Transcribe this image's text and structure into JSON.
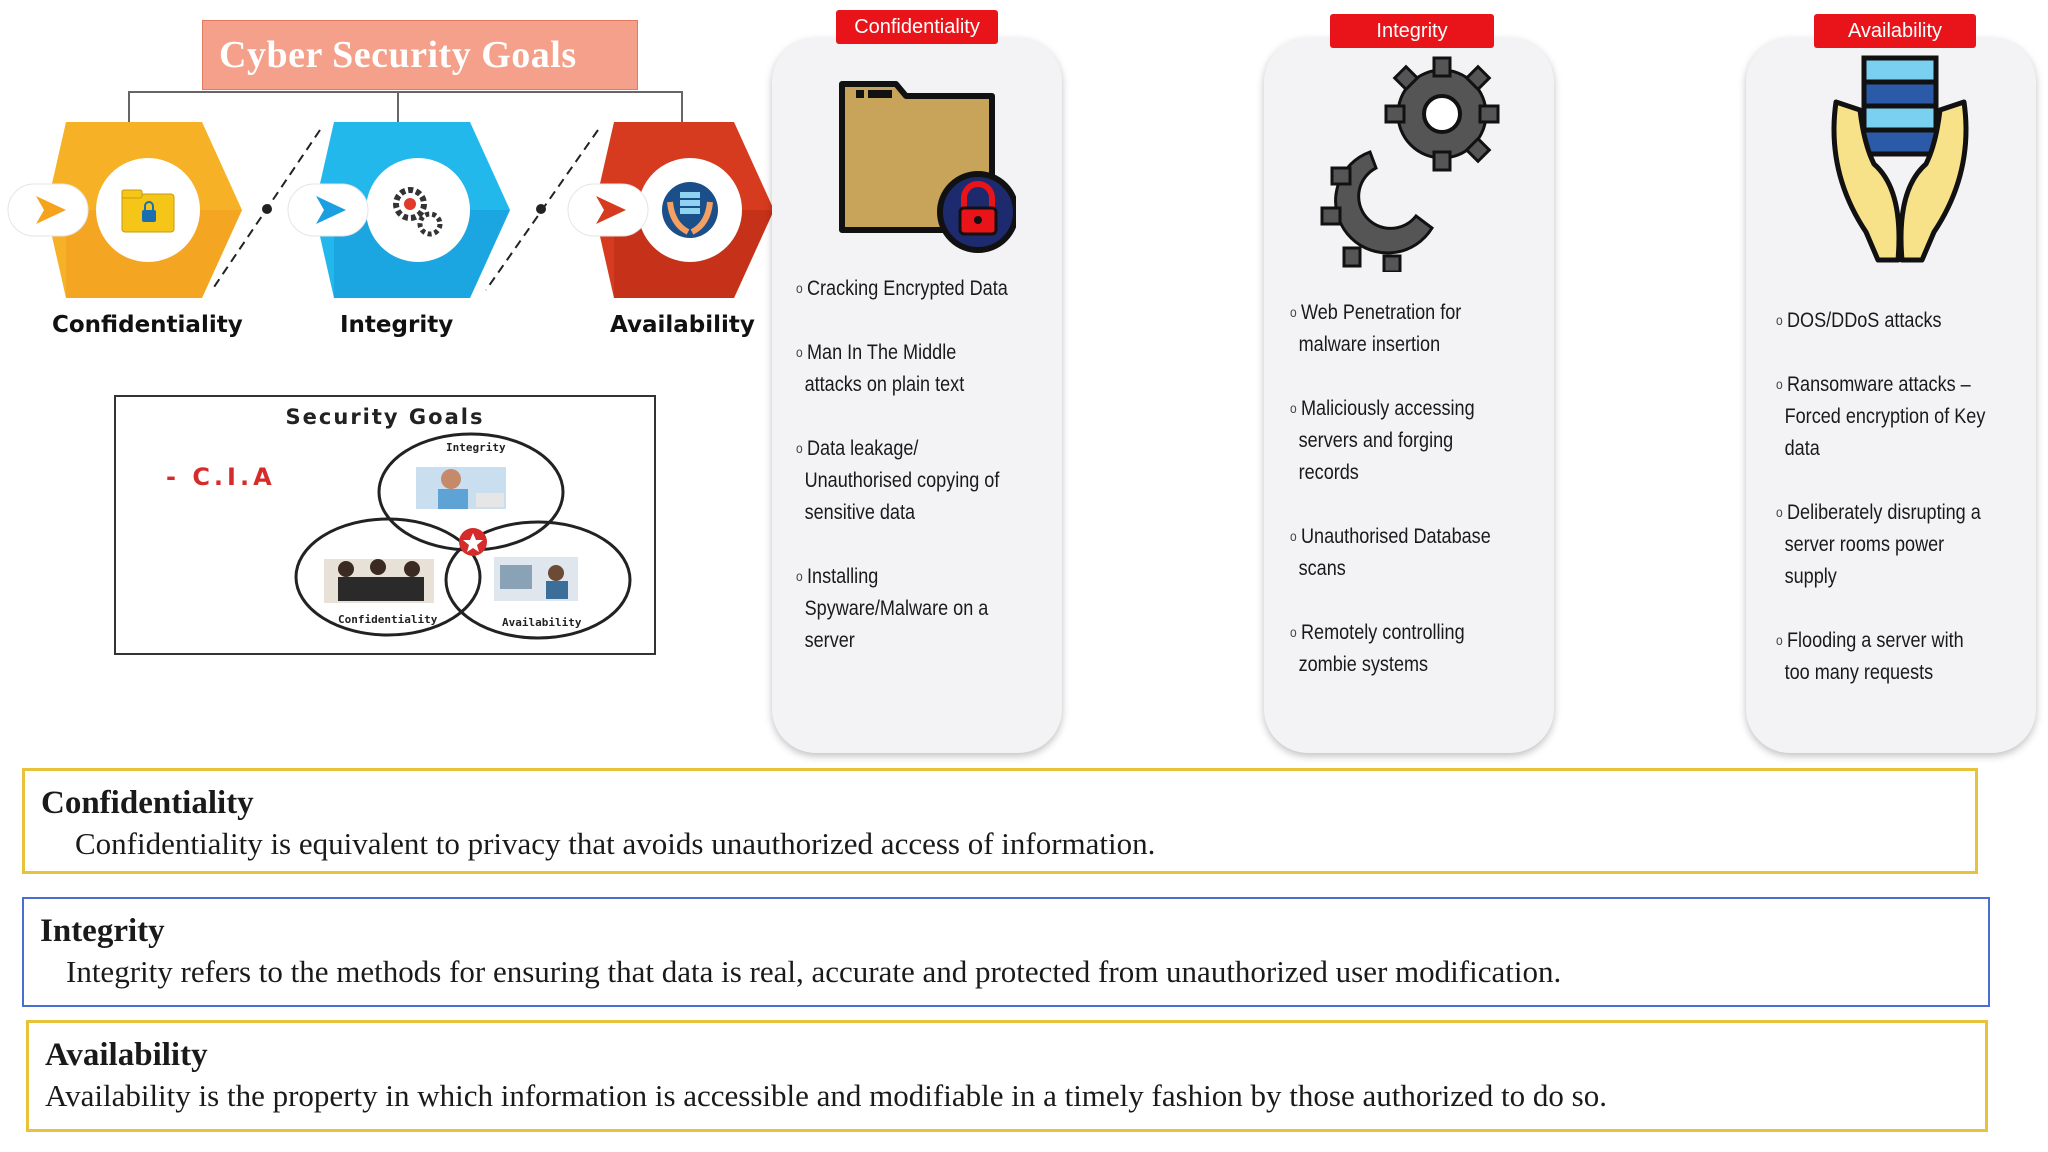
{
  "header": {
    "title": "Cyber Security Goals"
  },
  "hexagons": [
    {
      "label": "Confidentiality",
      "color": "#f6a623",
      "icon": "folder-lock-icon"
    },
    {
      "label": "Integrity",
      "color": "#1fb3e8",
      "icon": "gears-icon"
    },
    {
      "label": "Availability",
      "color": "#d83a1e",
      "icon": "hands-server-icon"
    }
  ],
  "venn": {
    "title": "Security Goals",
    "cia": "- C.I.A",
    "circles": [
      "Integrity",
      "Confidentiality",
      "Availability"
    ]
  },
  "cards": [
    {
      "tab": "Confidentiality",
      "icon": "folder-lock-icon",
      "items": [
        [
          "Cracking Encrypted Data"
        ],
        [
          "Man In The Middle",
          "attacks on plain text"
        ],
        [
          "Data leakage/",
          "Unauthorised copying of",
          "sensitive data"
        ],
        [
          "Installing",
          "Spyware/Malware on a",
          "server"
        ]
      ]
    },
    {
      "tab": "Integrity",
      "icon": "gears-icon",
      "items": [
        [
          "Web Penetration for",
          "malware insertion"
        ],
        [
          "Maliciously accessing",
          "servers and forging",
          "records"
        ],
        [
          "Unauthorised Database",
          "scans"
        ],
        [
          "Remotely controlling",
          "zombie systems"
        ]
      ]
    },
    {
      "tab": "Availability",
      "icon": "hands-server-icon",
      "items": [
        [
          "DOS/DDoS attacks"
        ],
        [
          "Ransomware attacks –",
          "Forced encryption of Key",
          "data"
        ],
        [
          "Deliberately disrupting a",
          "server rooms power",
          "supply"
        ],
        [
          "Flooding a server with",
          "too many requests"
        ]
      ]
    }
  ],
  "definitions": [
    {
      "title": "Confidentiality",
      "text": "Confidentiality is equivalent to privacy that avoids unauthorized access of information.",
      "border": "#e8c23a"
    },
    {
      "title": "Integrity",
      "text": "Integrity refers to the methods for ensuring that data is real, accurate and protected from unauthorized user modification.",
      "border": "#4a6fd0"
    },
    {
      "title": "Availability",
      "text": "Availability is the property in which information is accessible and modifiable in a timely fashion by those authorized to do so.",
      "border": "#e8c23a"
    }
  ]
}
